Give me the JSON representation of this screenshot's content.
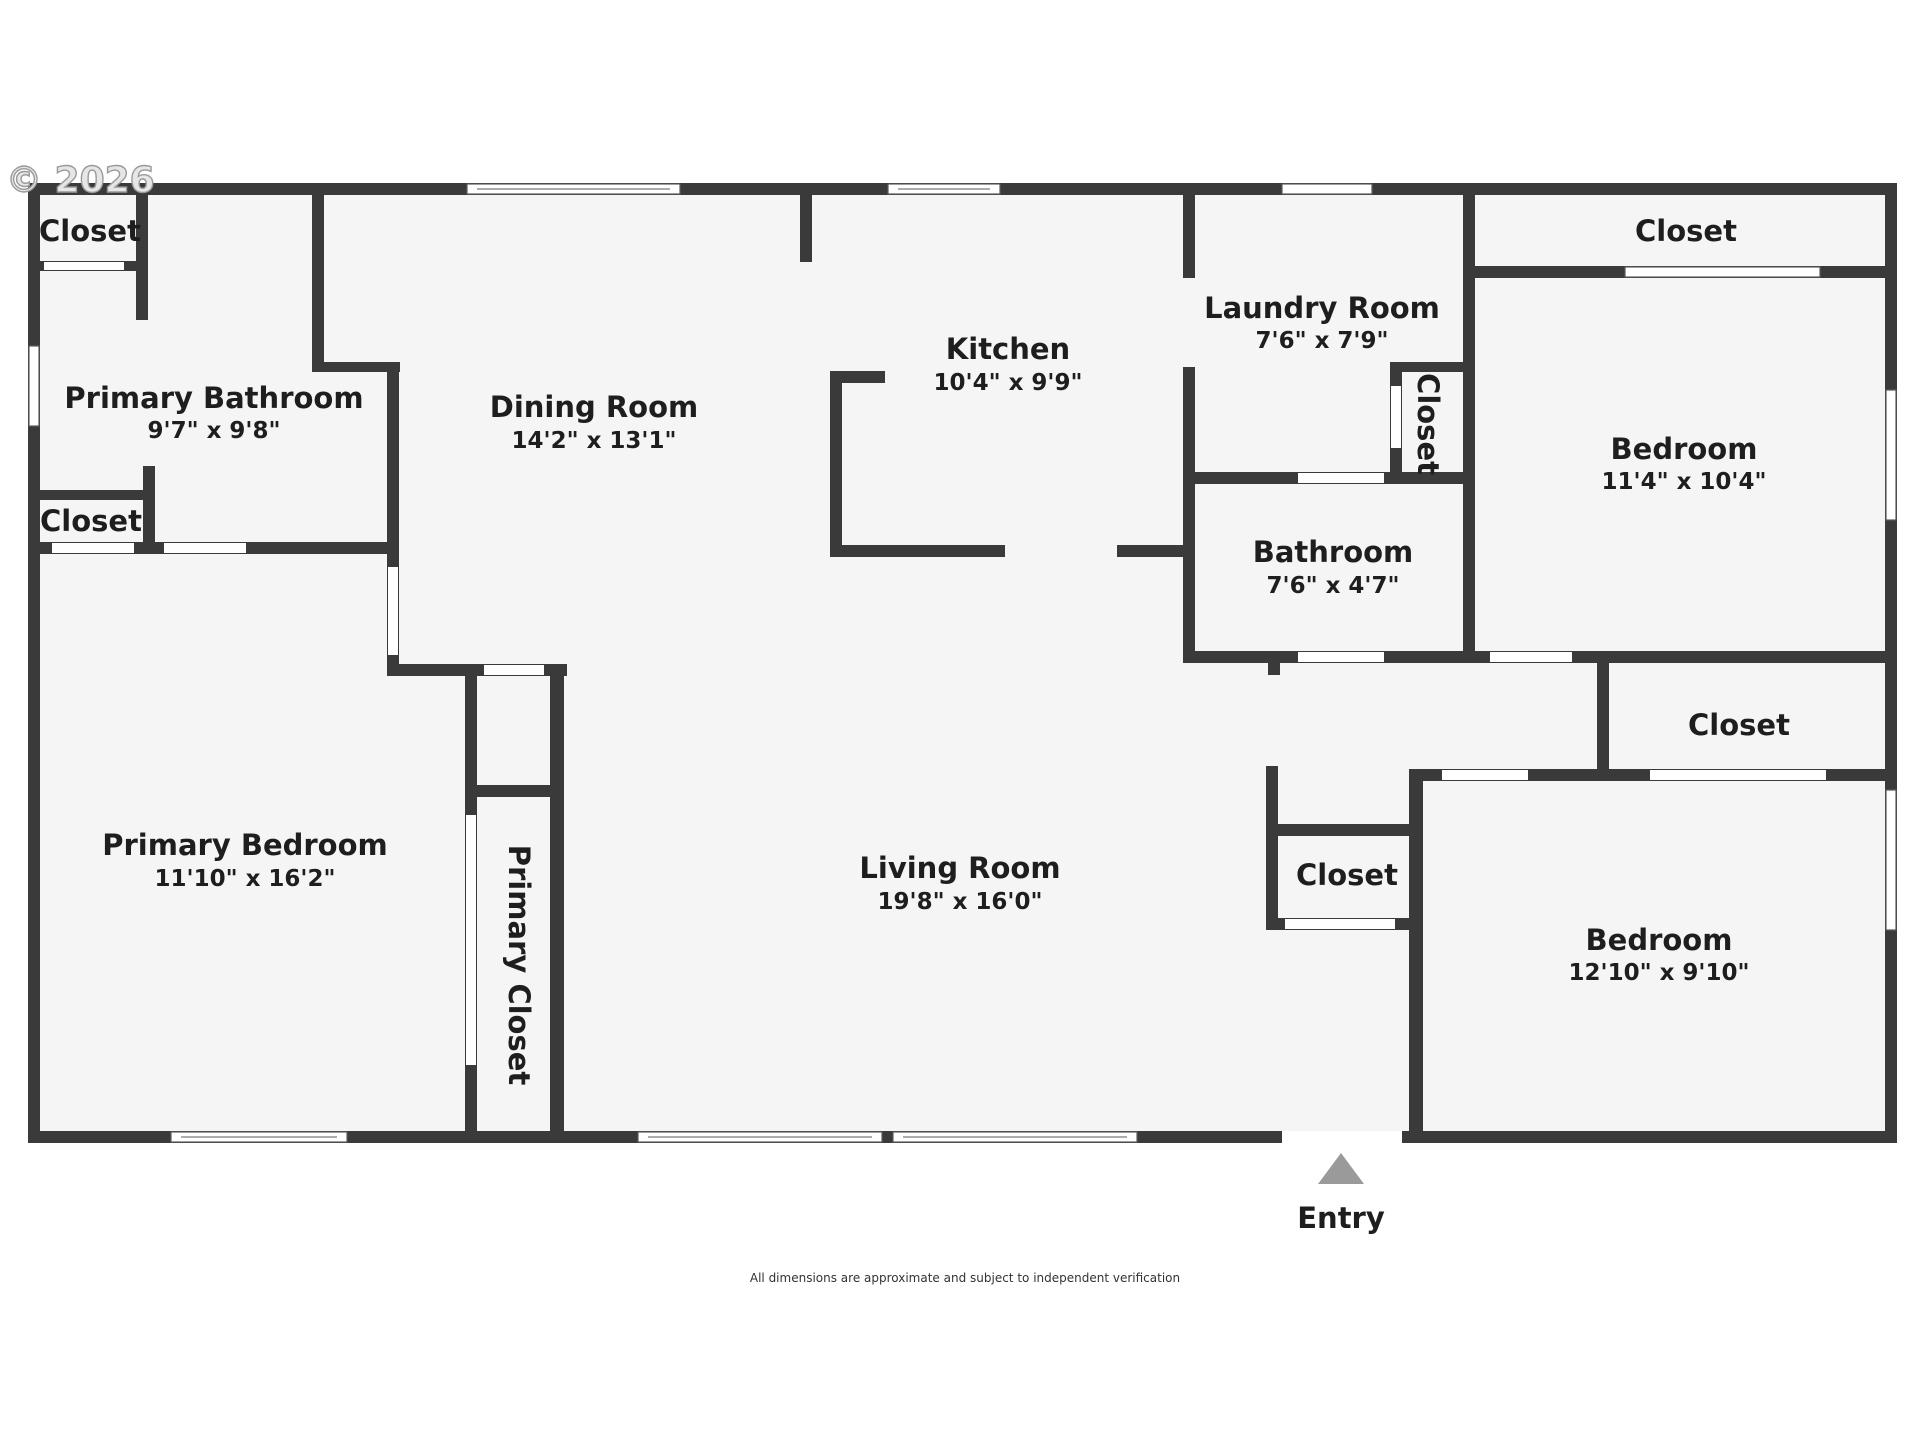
{
  "copyright": "© 2026",
  "rooms": [
    {
      "name": "Closet",
      "dims": ""
    },
    {
      "name": "Primary Bathroom",
      "dims": "9'7\" x 9'8\""
    },
    {
      "name": "Closet",
      "dims": ""
    },
    {
      "name": "Dining Room",
      "dims": "14'2\" x 13'1\""
    },
    {
      "name": "Kitchen",
      "dims": "10'4\" x 9'9\""
    },
    {
      "name": "Laundry Room",
      "dims": "7'6\" x 7'9\""
    },
    {
      "name": "Closet",
      "dims": ""
    },
    {
      "name": "Closet",
      "dims": ""
    },
    {
      "name": "Bedroom",
      "dims": "11'4\" x 10'4\""
    },
    {
      "name": "Bathroom",
      "dims": "7'6\" x 4'7\""
    },
    {
      "name": "Closet",
      "dims": ""
    },
    {
      "name": "Primary Bedroom",
      "dims": "11'10\" x 16'2\""
    },
    {
      "name": "Primary Closet",
      "dims": ""
    },
    {
      "name": "Living Room",
      "dims": "19'8\" x 16'0\""
    },
    {
      "name": "Closet",
      "dims": ""
    },
    {
      "name": "Bedroom",
      "dims": "12'10\" x 9'10\""
    }
  ],
  "entry_label": "Entry",
  "disclaimer": "All dimensions are approximate and subject to independent verification",
  "colors": {
    "wall": "#3a3a3a",
    "floor": "#f5f5f5"
  }
}
